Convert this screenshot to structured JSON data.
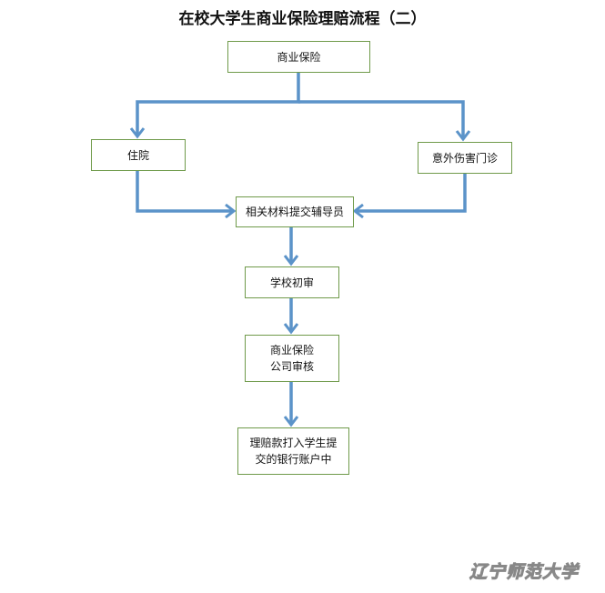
{
  "title": "在校大学生商业保险理赔流程（二）",
  "nodes": {
    "commercial_insurance": "商业保险",
    "hospitalization": "住院",
    "accident_outpatient": "意外伤害门诊",
    "submit_materials": "相关材料提交辅导员",
    "school_review": "学校初审",
    "insurer_review_line1": "商业保险",
    "insurer_review_line2": "公司审核",
    "payout_line1": "理赔款打入学生提",
    "payout_line2": "交的银行账户中"
  },
  "watermark": "辽宁师范大学",
  "colors": {
    "arrow": "#5b93c9",
    "box_border": "#6f9a4a"
  }
}
